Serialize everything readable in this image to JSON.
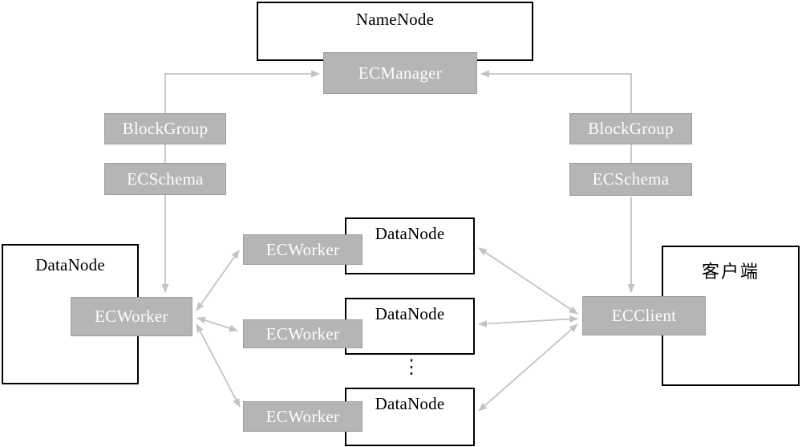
{
  "nodes": {
    "namenode": "NameNode",
    "ecmanager": "ECManager",
    "blockgroup_left": "BlockGroup",
    "ecschema_left": "ECSchema",
    "blockgroup_right": "BlockGroup",
    "ecschema_right": "ECSchema",
    "datanode_left": "DataNode",
    "ecworker_left": "ECWorker",
    "ecworker_mid_top": "ECWorker",
    "ecworker_mid_middle": "ECWorker",
    "ecworker_mid_bottom": "ECWorker",
    "datanode_top": "DataNode",
    "datanode_middle": "DataNode",
    "datanode_bottom": "DataNode",
    "client": "客户端",
    "ecclient": "ECClient",
    "ellipsis": "⋮"
  },
  "edges": [
    {
      "from": "blockgroup_left",
      "to": "ecmanager",
      "arrow": "end"
    },
    {
      "from": "blockgroup_left",
      "to": "ecschema_left",
      "arrow": "none"
    },
    {
      "from": "ecschema_left",
      "to": "ecworker_left",
      "arrow": "end"
    },
    {
      "from": "blockgroup_right",
      "to": "ecmanager",
      "arrow": "end"
    },
    {
      "from": "blockgroup_right",
      "to": "ecschema_right",
      "arrow": "none"
    },
    {
      "from": "ecschema_right",
      "to": "ecclient",
      "arrow": "end"
    },
    {
      "from": "ecworker_left",
      "to": "ecworker_mid_top",
      "arrow": "both"
    },
    {
      "from": "ecworker_left",
      "to": "ecworker_mid_middle",
      "arrow": "both"
    },
    {
      "from": "ecworker_left",
      "to": "ecworker_mid_bottom",
      "arrow": "both"
    },
    {
      "from": "datanode_top",
      "to": "ecclient",
      "arrow": "both"
    },
    {
      "from": "datanode_middle",
      "to": "ecclient",
      "arrow": "both"
    },
    {
      "from": "datanode_bottom",
      "to": "ecclient",
      "arrow": "both"
    }
  ],
  "colors": {
    "gray_box_fill": "#b5b5b5",
    "gray_box_border": "#9e9e9e",
    "gray_box_text": "#fdfdfd",
    "white_box_border": "#000000",
    "arrow_line": "#c3c3c3",
    "dark_text": "#000000"
  }
}
